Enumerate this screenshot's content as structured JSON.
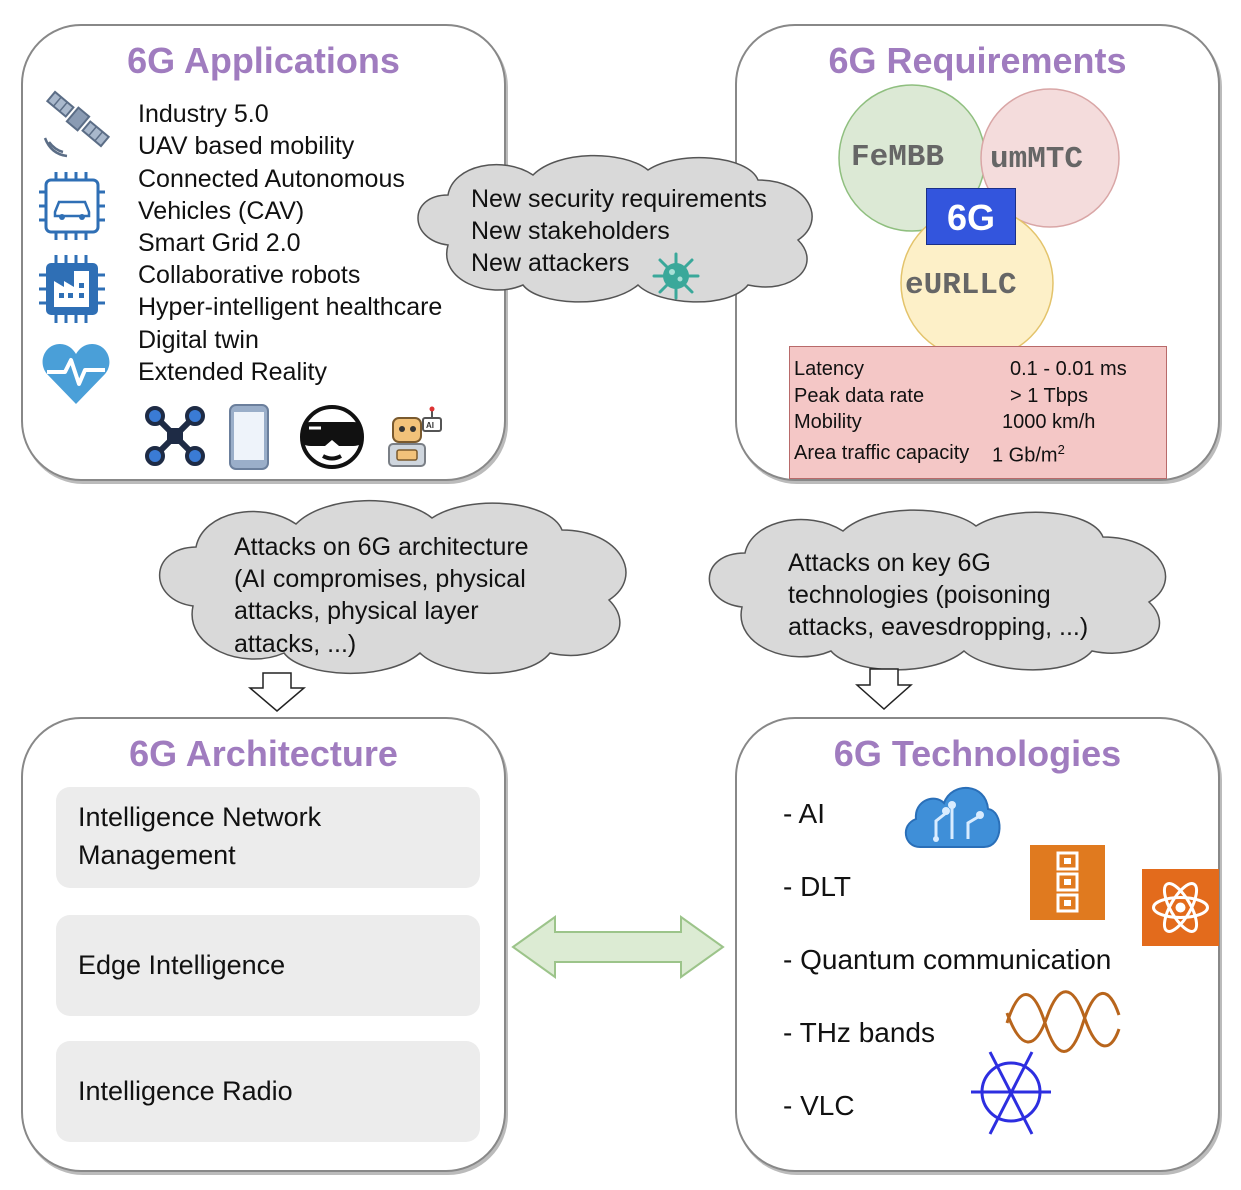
{
  "applications": {
    "title": "6G Applications",
    "items": [
      "Industry 5.0",
      "UAV based mobility",
      "Connected Autonomous",
      "Vehicles (CAV)",
      "Smart Grid 2.0",
      "Collaborative robots",
      "Hyper-intelligent healthcare",
      "Digital twin",
      "Extended Reality"
    ],
    "icons": [
      "satellite-icon",
      "car-chip-icon",
      "factory-chip-icon",
      "heart-pulse-icon",
      "drone-icon",
      "smartphone-icon",
      "vr-headset-icon",
      "robot-ai-icon"
    ]
  },
  "requirements": {
    "title": "6G Requirements",
    "venn": {
      "top_left": "FeMBB",
      "top_right": "umMTC",
      "bottom": "eURLLC",
      "center": "6G"
    },
    "venn_colors": {
      "FeMBB": "#dce9d5",
      "umMTC": "#f4dcdc",
      "eURLLC": "#fdf0c8",
      "center": "#3355dd"
    },
    "table": [
      {
        "label": "Latency",
        "value": "0.1 - 0.01 ms"
      },
      {
        "label": "Peak data rate",
        "value": "> 1 Tbps"
      },
      {
        "label": "Mobility",
        "value": "1000 km/h"
      },
      {
        "label": "Area traffic capacity",
        "value": "1 Gb/m",
        "sup": "2"
      }
    ]
  },
  "cloud_top": {
    "lines": [
      "New security requirements",
      "New stakeholders",
      "New attackers"
    ],
    "icon": "virus-icon"
  },
  "cloud_left": {
    "lines": [
      "Attacks on 6G architecture",
      "(AI compromises, physical",
      "attacks, physical layer",
      "attacks, ...)"
    ]
  },
  "cloud_right": {
    "lines": [
      "Attacks on key 6G",
      "technologies (poisoning",
      "attacks, eavesdropping, ...)"
    ]
  },
  "architecture": {
    "title": "6G Architecture",
    "boxes": [
      [
        "Intelligence Network",
        "Management"
      ],
      [
        "Edge Intelligence"
      ],
      [
        "Intelligence Radio"
      ]
    ]
  },
  "technologies": {
    "title": "6G Technologies",
    "items": [
      "- AI",
      "- DLT",
      "- Quantum communication",
      "- THz bands",
      "- VLC"
    ],
    "icons": [
      "ai-cloud-icon",
      "blockchain-icon",
      "quantum-atom-icon",
      "wave-icon",
      "vlc-antenna-icon"
    ]
  },
  "colors": {
    "title": "#a07cbf",
    "cloud": "#d9d9d9",
    "arrow_fill": "#dcebd3",
    "arrow_stroke": "#9cc48a",
    "table_bg": "#f4c7c6"
  }
}
